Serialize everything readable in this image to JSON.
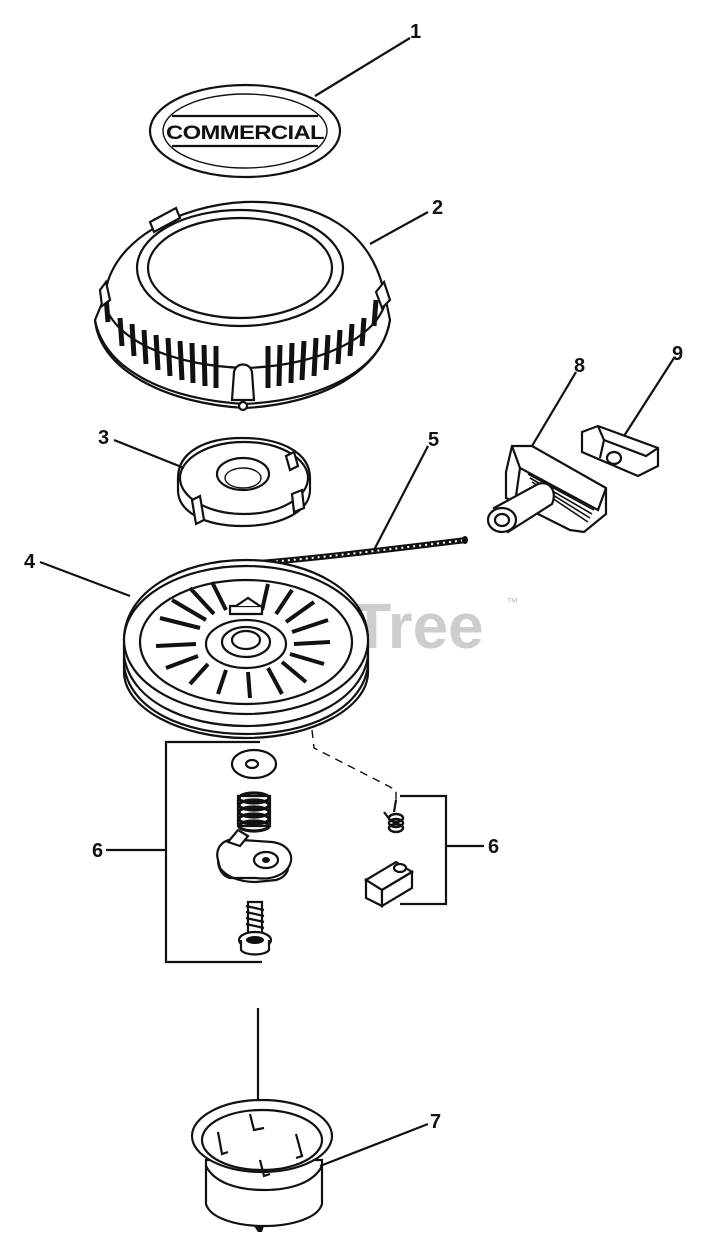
{
  "diagram": {
    "badge_text": "COMMERCIAL",
    "watermark": "PartsTree",
    "watermark_tm": "™",
    "callouts": [
      "1",
      "2",
      "3",
      "4",
      "5",
      "6",
      "6",
      "7",
      "8",
      "9"
    ]
  }
}
